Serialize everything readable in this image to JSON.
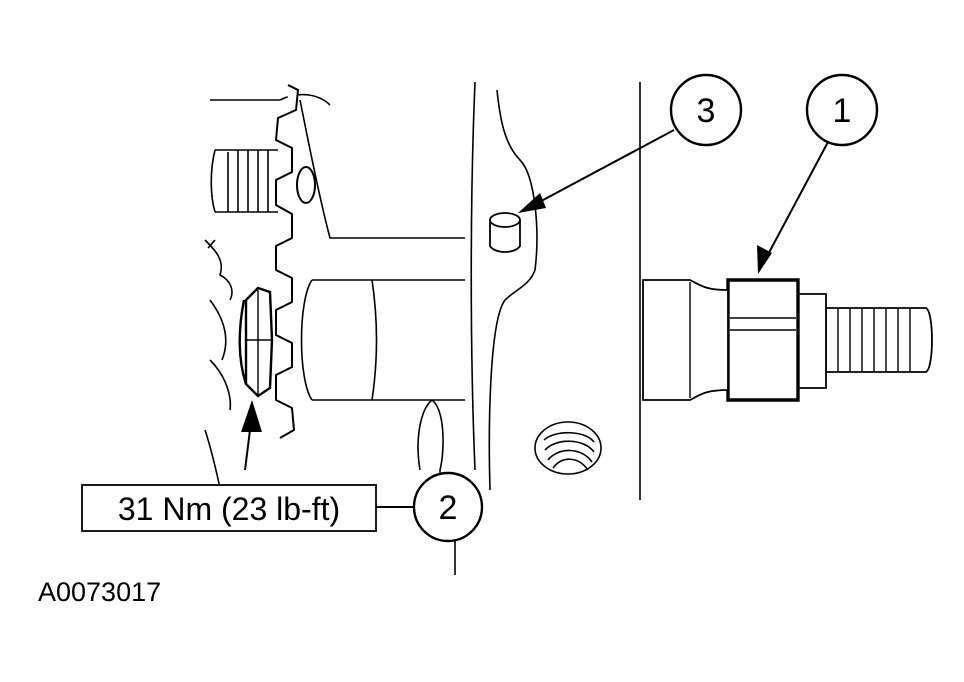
{
  "callouts": {
    "c1": "1",
    "c2": "2",
    "c3": "3"
  },
  "torque_spec": "31 Nm (23 lb-ft)",
  "figure_ref": "A0073017",
  "colors": {
    "line": "#000000",
    "background": "#ffffff"
  }
}
